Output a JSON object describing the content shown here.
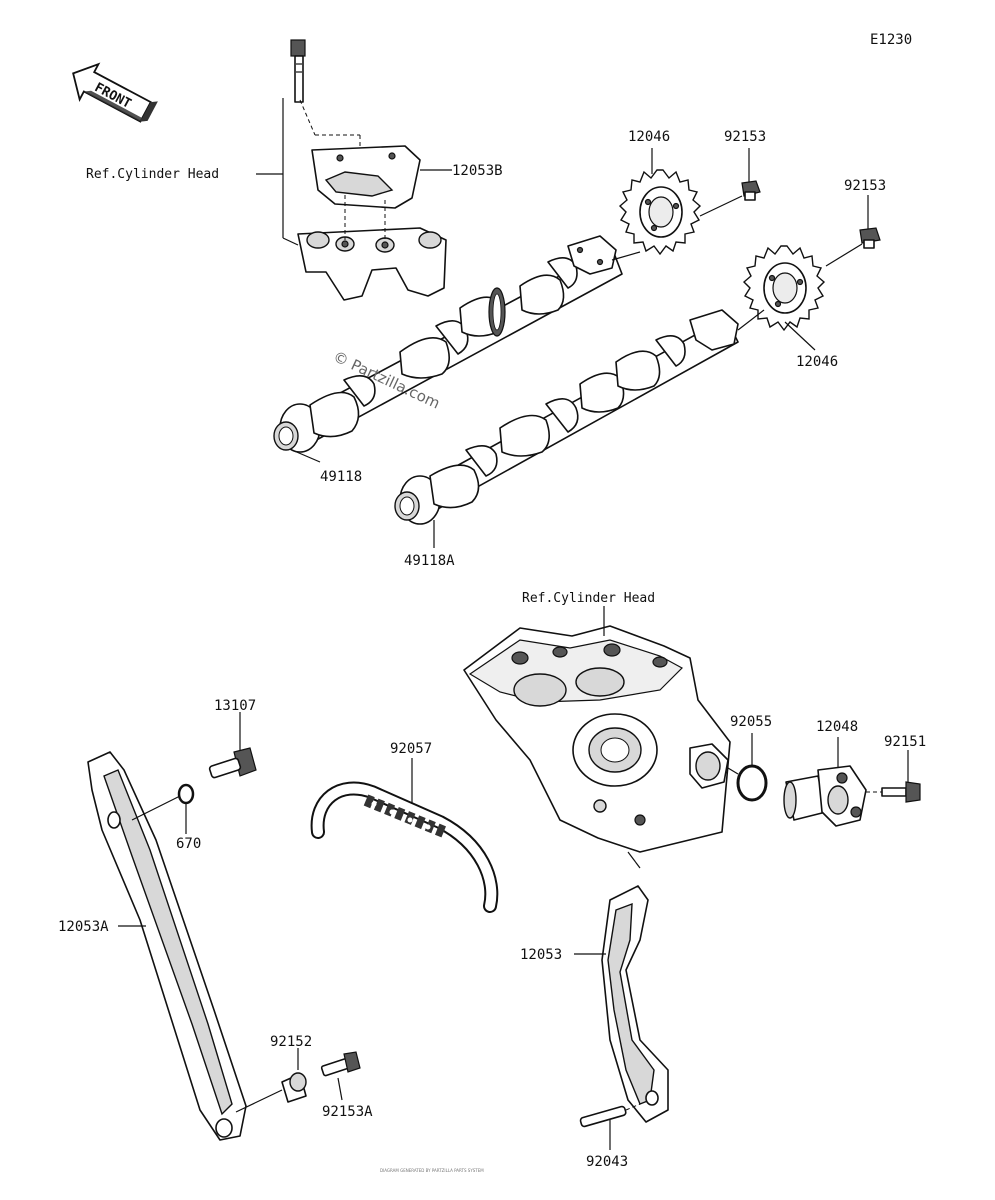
{
  "figure_code": "E1230",
  "front_arrow": {
    "label": "FRONT"
  },
  "watermark": "© Partzilla.com",
  "references": {
    "ref_top": "Ref.Cylinder Head",
    "ref_middle": "Ref.Cylinder Head"
  },
  "parts": {
    "p12053B": "12053B",
    "p12046_top": "12046",
    "p92153_left": "92153",
    "p92153_right": "92153",
    "p12046_right": "12046",
    "p49118": "49118",
    "p49118A": "49118A",
    "p13107": "13107",
    "p92057": "92057",
    "p92055": "92055",
    "p12048": "12048",
    "p92151": "92151",
    "p670": "670",
    "p12053A": "12053A",
    "p12053": "12053",
    "p92152": "92152",
    "p92153A": "92153A",
    "p92043": "92043"
  },
  "footer_note": "DIAGRAM GENERATED BY PARTZILLA PARTS SYSTEM"
}
